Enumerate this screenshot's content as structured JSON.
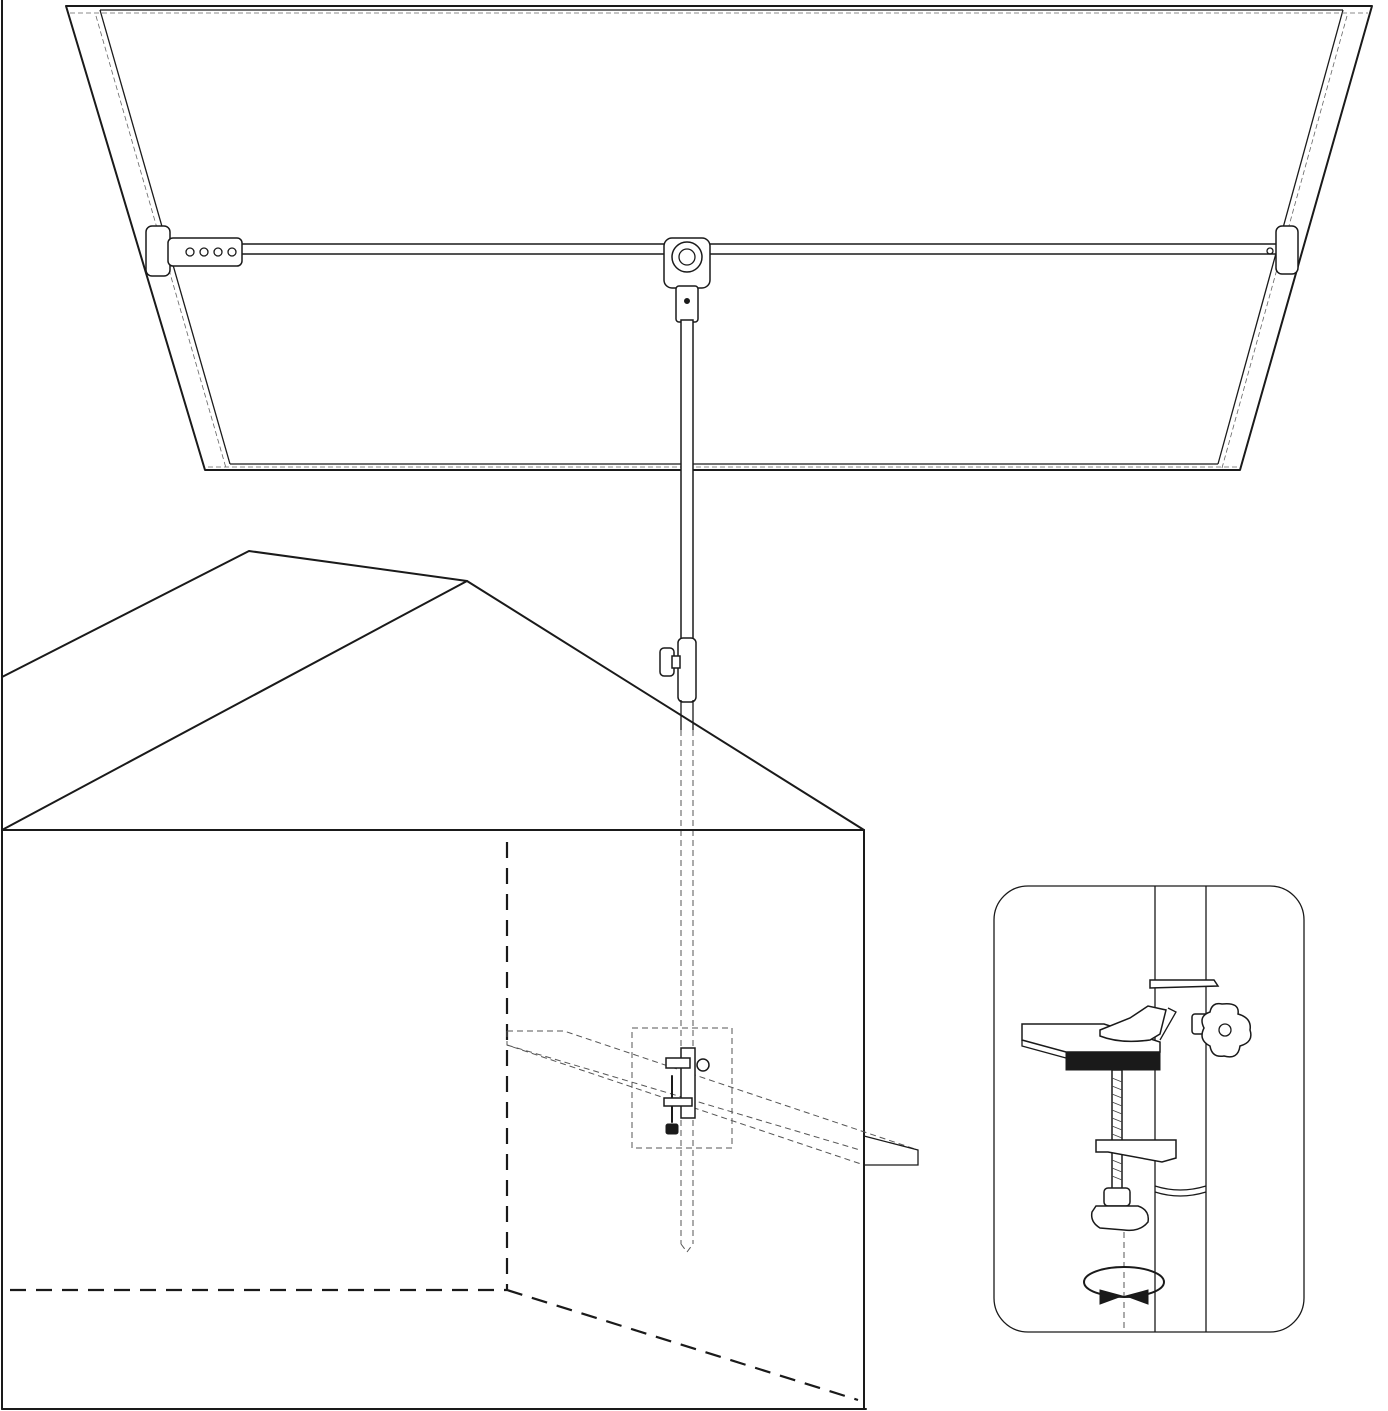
{
  "diagram": {
    "components": [
      "parasol-canopy",
      "canopy-rib-arm",
      "arm-adjuster-hub",
      "mast-pole",
      "height-lock-knob",
      "house-outline",
      "balcony-railing",
      "clamp-mount",
      "clamp-detail-inset",
      "tighten-rotation-arrows"
    ]
  }
}
